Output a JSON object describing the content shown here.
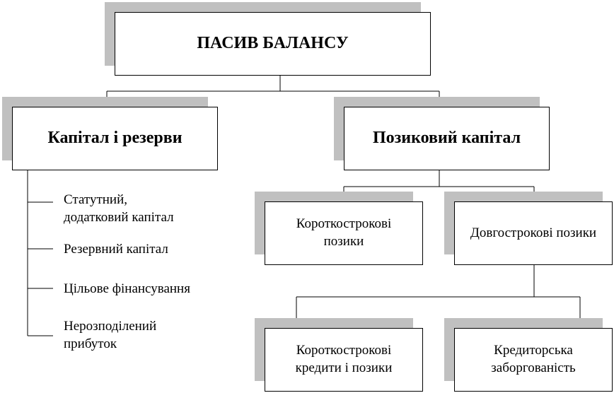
{
  "root": {
    "label": "ПАСИВ БАЛАНСУ"
  },
  "equity": {
    "label": "Капітал і резерви",
    "items": [
      "Статутний,\nдодатковий капітал",
      "Резервний капітал",
      "Цільове фінансування",
      "Нерозподілений\nприбуток"
    ]
  },
  "debt": {
    "label": "Позиковий капітал"
  },
  "short_term_loans": {
    "label": "Короткострокові\nпозики"
  },
  "long_term_loans": {
    "label": "Довгострокові позики"
  },
  "short_term_credits": {
    "label": "Короткострокові\nкредити і позики"
  },
  "payables": {
    "label": "Кредиторська\nзаборгованість"
  }
}
